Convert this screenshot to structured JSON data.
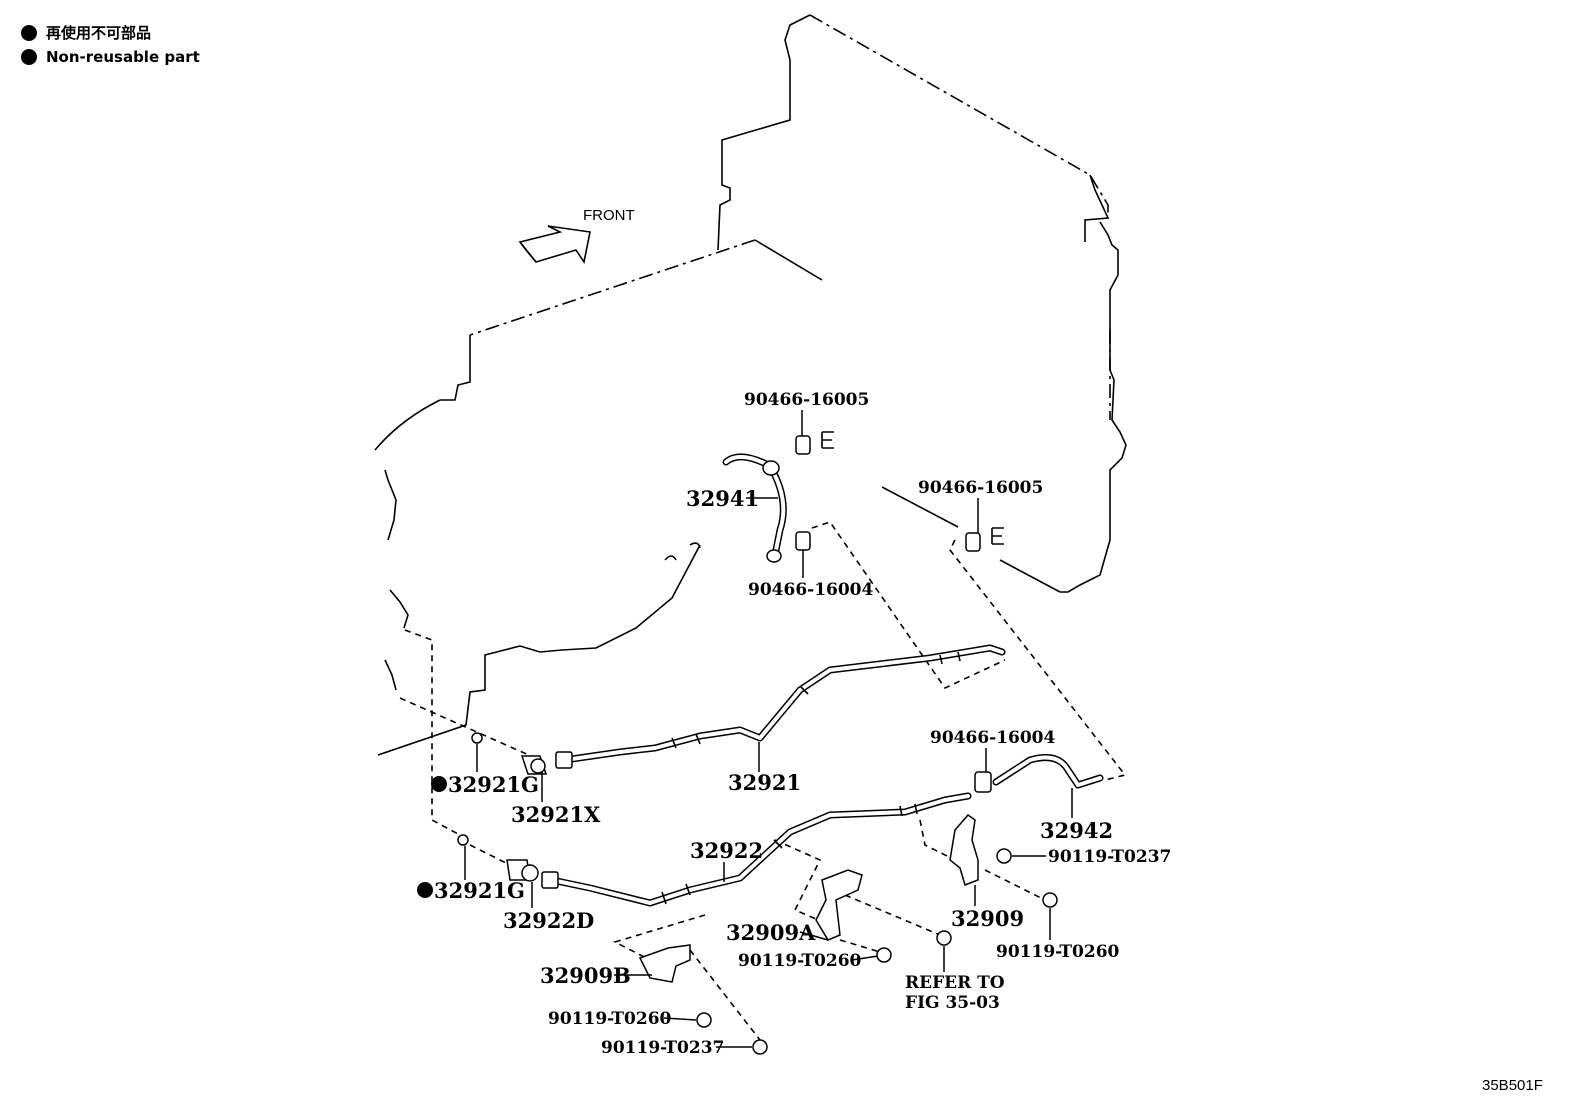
{
  "legend": {
    "bullet_label_ja": "再使用不可部品",
    "bullet_label_en": "Non-reusable part"
  },
  "direction": {
    "front_label": "FRONT"
  },
  "parts": {
    "p90466_16005_upper": "90466-16005",
    "p90466_16005_right": "90466-16005",
    "p32941": "32941",
    "p90466_16004_upper": "90466-16004",
    "p90466_16004_lower": "90466-16004",
    "p32921": "32921",
    "p32921G_upper": "32921G",
    "p32921X": "32921X",
    "p32942": "32942",
    "p90119_T0237_right": "90119-T0237",
    "p32922": "32922",
    "p32921G_lower": "32921G",
    "p32922D": "32922D",
    "p32909": "32909",
    "p32909A": "32909A",
    "p90119_T0260_right": "90119-T0260",
    "p90119_T0260_mid": "90119-T0260",
    "p32909B": "32909B",
    "p90119_T0260_lower": "90119-T0260",
    "p90119_T0237_lower": "90119-T0237",
    "refer_line1": "REFER TO",
    "refer_line2": "FIG 35-03"
  },
  "figure_code": "35B501F"
}
